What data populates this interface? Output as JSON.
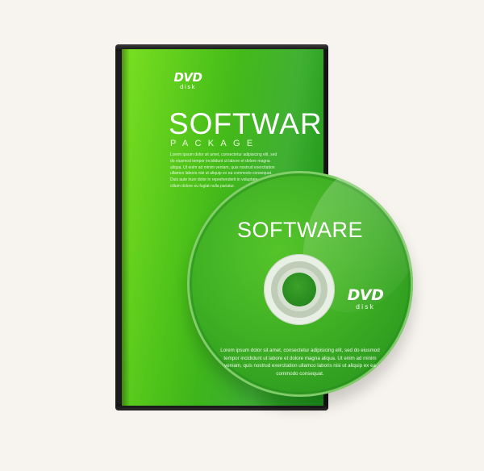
{
  "case": {
    "logo": {
      "dvd": "DVD",
      "disk": "disk"
    },
    "title": "SOFTWARE",
    "subtitle": "PACKAGE",
    "body": "Lorem ipsum dolor sit amet, consectetur adipisicing elit, sed do eiusmod tempor incididunt ut labore et dolore magna aliqua. Ut enim ad minim veniam, quis nostrud exercitation ullamco laboris nisi ut aliquip ex ea commodo consequat. Duis aute irure dolor in reprehenderit in voluptate velit esse cillum dolore eu fugiat nulla pariatur."
  },
  "disc": {
    "title": "SOFTWARE",
    "logo": {
      "dvd": "DVD",
      "disk": "disk"
    },
    "body": "Lorem ipsum dolor sit amet, consectetur adipisicing elit, sed do eiusmod tempor incididunt ut labore et dolore magna aliqua. Ut enim ad minim veniam, quis nostrud exercitation ullamco laboris nisi ut aliquip ex ea commodo consequat."
  },
  "colors": {
    "background": "#f7f3ee",
    "case_green_light": "#7be021",
    "case_green_dark": "#1a8f1a",
    "disc_green": "#3fb024",
    "case_frame": "#1a1a1a"
  }
}
